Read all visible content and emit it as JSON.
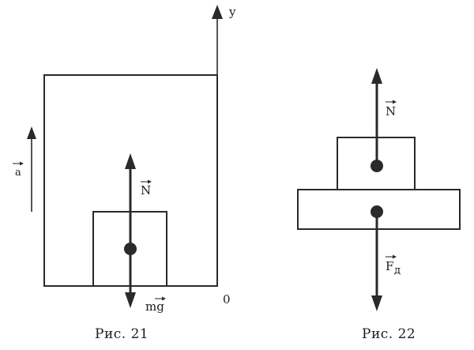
{
  "figure21": {
    "caption": "Рис. 21",
    "axis_y_label": "y",
    "origin_label": "0",
    "acceleration_label": "a",
    "normal_force_label": "N",
    "gravity_label": "mg"
  },
  "figure22": {
    "caption": "Рис. 22",
    "normal_force_label": "N",
    "pressure_force_label": "F",
    "pressure_force_subscript": "д"
  },
  "colors": {
    "ink": "#2a2a2a",
    "background": "#ffffff"
  }
}
